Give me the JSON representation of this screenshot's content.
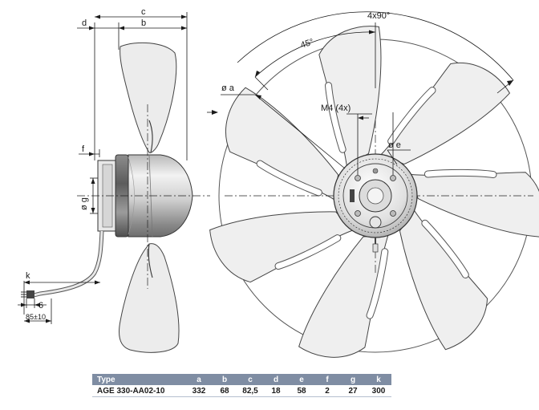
{
  "labels": {
    "c": "c",
    "b": "b",
    "d": "d",
    "f": "f",
    "g": "ø g",
    "k": "k",
    "six": "6",
    "eighty_five": "85±10",
    "four_x_ninety": "4x90°",
    "forty_five": "45°",
    "a": "ø a",
    "m4": "M4 (4x)",
    "e": "ø e"
  },
  "table": {
    "headers": [
      "Type",
      "a",
      "b",
      "c",
      "d",
      "e",
      "f",
      "g",
      "k"
    ],
    "rows": [
      [
        "AGE 330-AA02-10",
        "332",
        "68",
        "82,5",
        "18",
        "58",
        "2",
        "27",
        "300"
      ]
    ]
  },
  "colors": {
    "header_bg": "#7f8da3",
    "line": "#1a1a1a",
    "blade_fill": "#ececec"
  }
}
